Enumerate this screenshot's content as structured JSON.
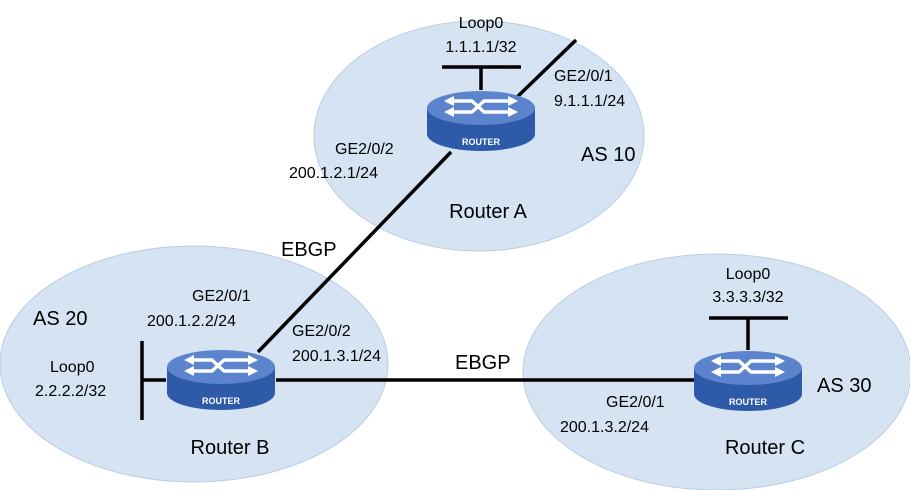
{
  "colors": {
    "as_fill": "#d5e3f2",
    "as_stroke": "#b9cde4",
    "router_body": "#2e5aa8",
    "router_top": "#5b84cc",
    "link": "#000000"
  },
  "routers": {
    "a": {
      "name": "Router A",
      "icon_text": "ROUTER"
    },
    "b": {
      "name": "Router B",
      "icon_text": "ROUTER"
    },
    "c": {
      "name": "Router C",
      "icon_text": "ROUTER"
    }
  },
  "as": {
    "a": "AS 10",
    "b": "AS 20",
    "c": "AS 30"
  },
  "loopbacks": {
    "a": {
      "name": "Loop0",
      "ip": "1.1.1.1/32"
    },
    "b": {
      "name": "Loop0",
      "ip": "2.2.2.2/32"
    },
    "c": {
      "name": "Loop0",
      "ip": "3.3.3.3/32"
    }
  },
  "interfaces": {
    "a_ge201": {
      "name": "GE2/0/1",
      "ip": "9.1.1.1/24"
    },
    "a_ge202": {
      "name": "GE2/0/2",
      "ip": "200.1.2.1/24"
    },
    "b_ge201": {
      "name": "GE2/0/1",
      "ip": "200.1.2.2/24"
    },
    "b_ge202": {
      "name": "GE2/0/2",
      "ip": "200.1.3.1/24"
    },
    "c_ge201": {
      "name": "GE2/0/1",
      "ip": "200.1.3.2/24"
    }
  },
  "links": {
    "ab": "EBGP",
    "bc": "EBGP"
  }
}
